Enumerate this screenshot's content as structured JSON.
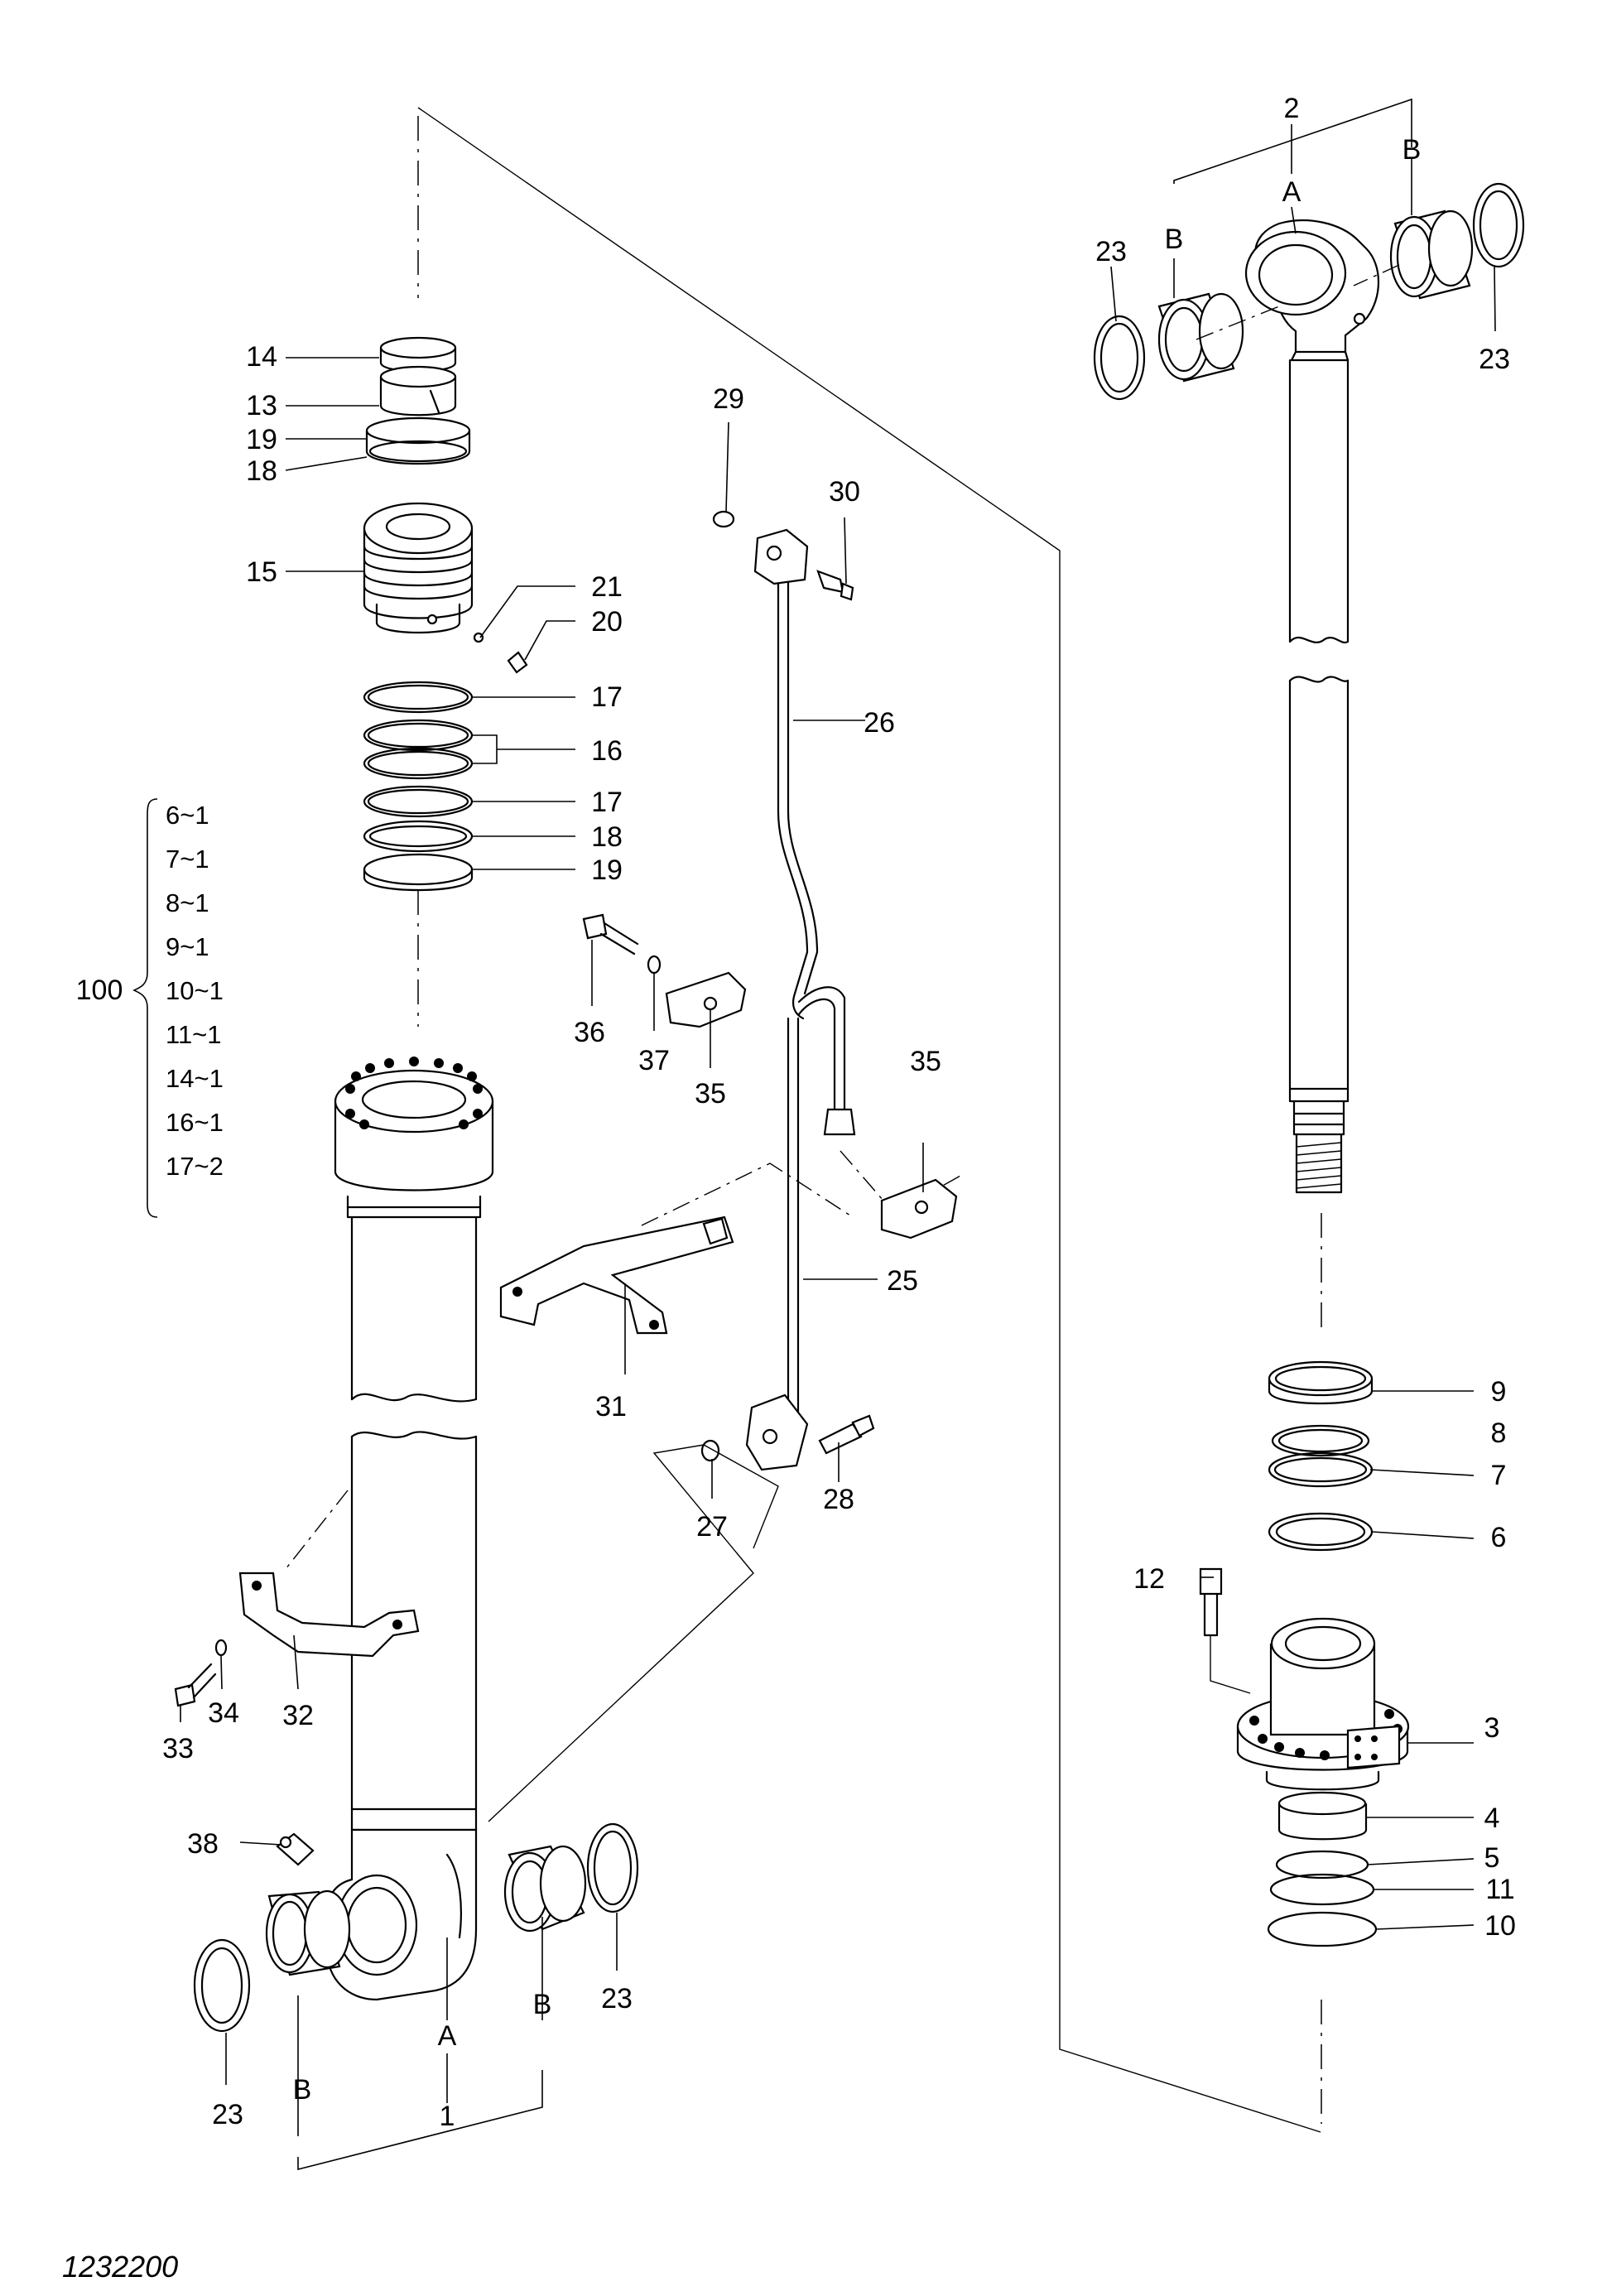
{
  "drawing_number": "1232200",
  "kit": {
    "label": "100",
    "entries": [
      "6~1",
      "7~1",
      "8~1",
      "9~1",
      "10~1",
      "11~1",
      "14~1",
      "16~1",
      "17~2"
    ]
  },
  "callouts": {
    "p1": "1",
    "p2": "2",
    "p3": "3",
    "p4": "4",
    "p5": "5",
    "p6": "6",
    "p7": "7",
    "p8": "8",
    "p9": "9",
    "p10": "10",
    "p11": "11",
    "p12": "12",
    "p13": "13",
    "p14": "14",
    "p15": "15",
    "p16": "16",
    "p17a": "17",
    "p17b": "17",
    "p18a": "18",
    "p18b": "18",
    "p19a": "19",
    "p19b": "19",
    "p20": "20",
    "p21": "21",
    "p23a": "23",
    "p23b": "23",
    "p23c": "23",
    "p23d": "23",
    "p25": "25",
    "p26": "26",
    "p27": "27",
    "p28": "28",
    "p29": "29",
    "p30": "30",
    "p31": "31",
    "p32": "32",
    "p33": "33",
    "p34": "34",
    "p35a": "35",
    "p35b": "35",
    "p36": "36",
    "p37": "37",
    "p38": "38",
    "subA_top": "A",
    "subB_top_left": "B",
    "subB_top_right": "B",
    "subA_bot": "A",
    "subB_bot_left": "B",
    "subB_bot_right": "B"
  }
}
